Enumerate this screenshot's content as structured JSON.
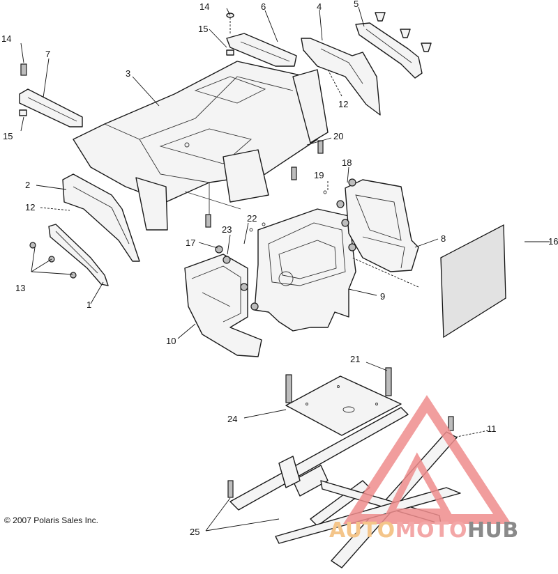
{
  "diagram": {
    "callouts": [
      "14",
      "6",
      "4",
      "5",
      "15",
      "14",
      "7",
      "3",
      "12",
      "15",
      "20",
      "2",
      "12",
      "19",
      "18",
      "22",
      "23",
      "17",
      "8",
      "16",
      "13",
      "9",
      "1",
      "10",
      "21",
      "24",
      "11",
      "25"
    ]
  },
  "footer": {
    "copyright": "© 2007 Polaris Sales Inc."
  },
  "watermark": {
    "part1": "AUTO",
    "part2": "MOTO",
    "part3": "HUB",
    "colors": {
      "auto": "#f4c58a",
      "moto": "#f3a7a7",
      "hub": "#8a8a8a",
      "triangle": "#ef8d8d"
    }
  }
}
